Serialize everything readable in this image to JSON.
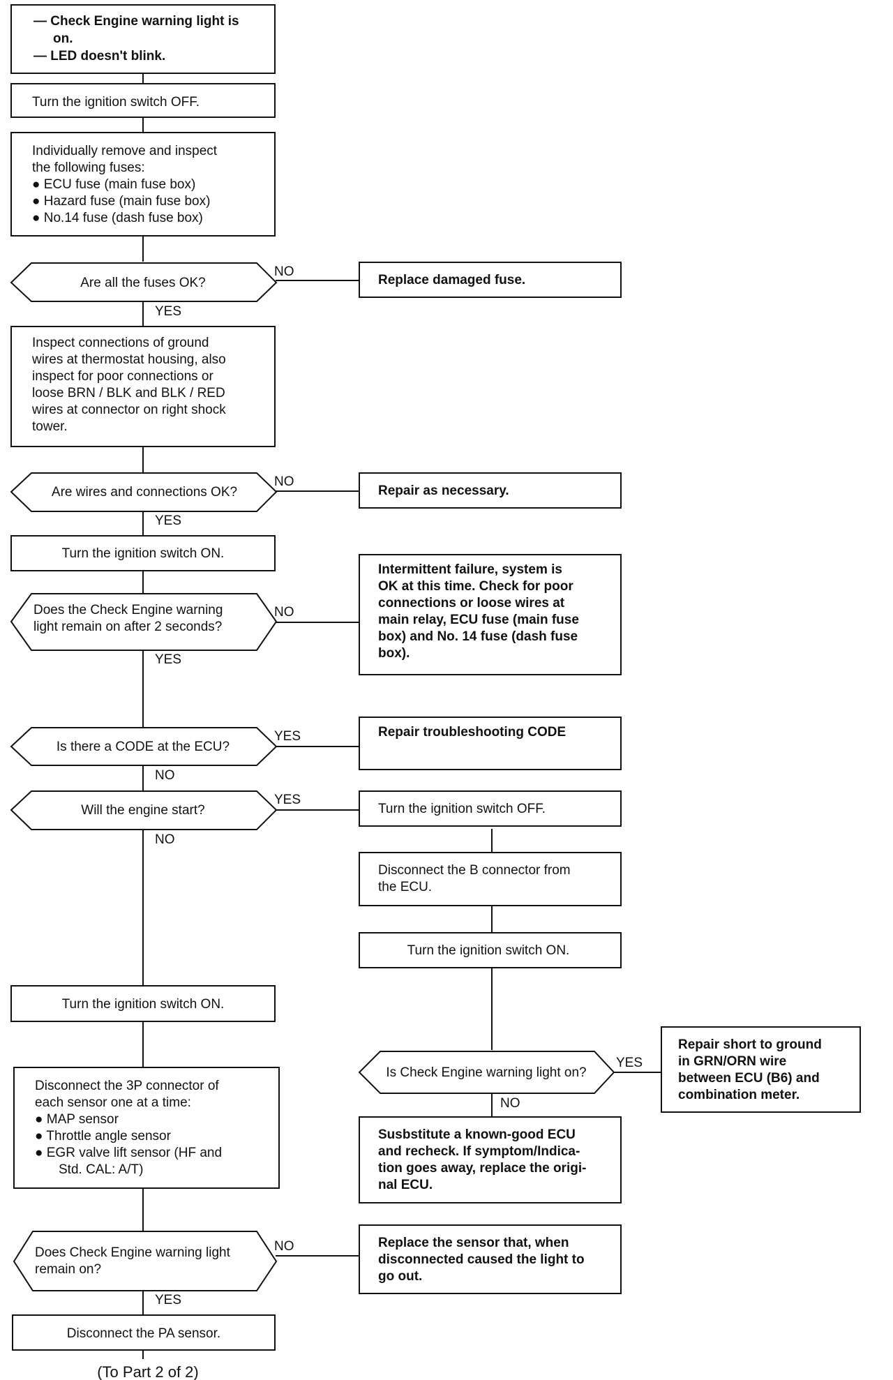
{
  "nodes": {
    "start": {
      "lines": [
        "— Check Engine warning light is",
        "on.",
        "— LED doesn't blink."
      ]
    },
    "ign_off_1": {
      "lines": [
        "Turn the ignition switch OFF."
      ]
    },
    "inspect_fuses": {
      "lines": [
        "Individually remove and inspect",
        "the following fuses:",
        "● ECU fuse (main fuse box)",
        "● Hazard fuse (main fuse box)",
        "● No.14 fuse (dash fuse box)"
      ]
    },
    "q_fuses": {
      "lines": [
        "Are all the fuses OK?"
      ]
    },
    "replace_fuse": {
      "lines": [
        "Replace damaged fuse."
      ]
    },
    "inspect_wires": {
      "lines": [
        "Inspect connections of ground",
        "wires at thermostat housing, also",
        "inspect for poor connections or",
        "loose BRN / BLK and BLK / RED",
        "wires at connector on right shock",
        "tower."
      ]
    },
    "q_wires": {
      "lines": [
        "Are wires and connections OK?"
      ]
    },
    "repair": {
      "lines": [
        "Repair as necessary."
      ]
    },
    "ign_on_1": {
      "lines": [
        "Turn the ignition switch ON."
      ]
    },
    "q_remain": {
      "lines": [
        "Does the Check Engine warning",
        "light remain on after 2 seconds?"
      ]
    },
    "intermittent": {
      "lines": [
        "Intermittent failure, system is",
        "OK at this time. Check for poor",
        "connections or loose wires at",
        "main relay, ECU fuse (main fuse",
        "box) and No. 14 fuse (dash fuse",
        "box)."
      ]
    },
    "q_code": {
      "lines": [
        "Is there a CODE at the ECU?"
      ]
    },
    "repair_code": {
      "lines": [
        "Repair troubleshooting CODE"
      ]
    },
    "q_start": {
      "lines": [
        "Will the engine start?"
      ]
    },
    "ign_off_2": {
      "lines": [
        "Turn the ignition switch OFF."
      ]
    },
    "disc_b": {
      "lines": [
        "Disconnect the B connector from",
        "the ECU."
      ]
    },
    "ign_on_2": {
      "lines": [
        "Turn the ignition switch ON."
      ]
    },
    "ign_on_3": {
      "lines": [
        "Turn the ignition switch ON."
      ]
    },
    "q_light_on": {
      "lines": [
        "Is Check Engine warning light on?"
      ]
    },
    "repair_short": {
      "lines": [
        "Repair short to ground",
        "in GRN/ORN wire",
        "between ECU (B6) and",
        "combination meter."
      ]
    },
    "disc_3p": {
      "lines": [
        "Disconnect the 3P connector of",
        "each sensor one at a time:",
        "● MAP sensor",
        "● Throttle angle sensor",
        "● EGR valve lift sensor (HF and",
        "Std. CAL: A/T)"
      ]
    },
    "substitute": {
      "lines": [
        "Susbstitute a known-good ECU",
        "and recheck. If symptom/Indica-",
        "tion goes away, replace the origi-",
        "nal ECU."
      ]
    },
    "q_remain2": {
      "lines": [
        "Does Check Engine warning light",
        "remain on?"
      ]
    },
    "replace_sensor": {
      "lines": [
        "Replace the sensor that, when",
        "disconnected caused the light to",
        "go out."
      ]
    },
    "disc_pa": {
      "lines": [
        "Disconnect the PA sensor."
      ]
    }
  },
  "labels": {
    "yes": "YES",
    "no": "NO"
  },
  "footer": "(To Part 2 of 2)"
}
